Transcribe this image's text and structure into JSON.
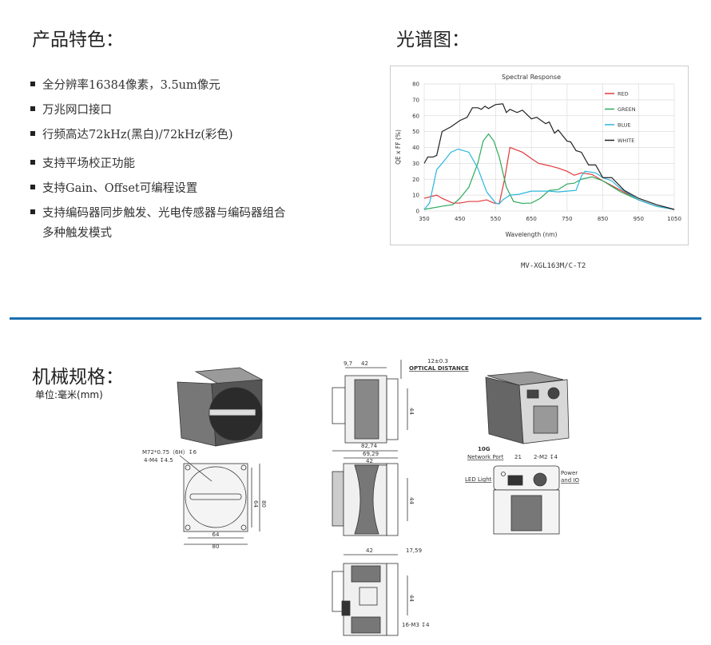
{
  "features": {
    "title": "产品特色：",
    "items": [
      "全分辨率16384像素，3.5um像元",
      "万兆网口接口",
      "行频高达72kHz(黑白)/72kHz(彩色)",
      "支持平场校正功能",
      "支持Gain、Offset可编程设置",
      "支持编码器同步触发、光电传感器与编码器组合",
      "多种触发模式"
    ]
  },
  "spectrum": {
    "title": "光谱图：",
    "model": "MV-XGL163M/C-T2"
  },
  "chart_data": {
    "type": "line",
    "title": "Spectral Response",
    "xlabel": "Wavelength (nm)",
    "ylabel": "QE x FF (%)",
    "xlim": [
      350,
      1050
    ],
    "ylim": [
      0,
      80
    ],
    "xticks": [
      350,
      450,
      550,
      650,
      750,
      850,
      950,
      1050
    ],
    "yticks": [
      0,
      10,
      20,
      30,
      40,
      50,
      60,
      70,
      80
    ],
    "grid": true,
    "legend": "top-right",
    "series": [
      {
        "name": "RED",
        "color": "#e0393b",
        "points": [
          [
            350,
            8
          ],
          [
            385,
            10
          ],
          [
            400,
            8
          ],
          [
            430,
            5
          ],
          [
            450,
            5
          ],
          [
            475,
            6
          ],
          [
            500,
            6
          ],
          [
            525,
            7
          ],
          [
            545,
            5
          ],
          [
            560,
            4.5
          ],
          [
            575,
            20
          ],
          [
            590,
            40
          ],
          [
            625,
            37
          ],
          [
            650,
            33
          ],
          [
            670,
            30
          ],
          [
            700,
            28.5
          ],
          [
            725,
            27
          ],
          [
            750,
            25
          ],
          [
            770,
            22.5
          ],
          [
            790,
            24
          ],
          [
            820,
            23
          ],
          [
            850,
            19
          ],
          [
            900,
            13
          ],
          [
            950,
            7
          ],
          [
            1000,
            3
          ],
          [
            1050,
            1
          ]
        ]
      },
      {
        "name": "GREEN",
        "color": "#2eaa5c",
        "points": [
          [
            350,
            1
          ],
          [
            400,
            3
          ],
          [
            430,
            4
          ],
          [
            450,
            8
          ],
          [
            475,
            15
          ],
          [
            500,
            30
          ],
          [
            515,
            44
          ],
          [
            530,
            48.5
          ],
          [
            545,
            44
          ],
          [
            560,
            34
          ],
          [
            580,
            15
          ],
          [
            600,
            6
          ],
          [
            625,
            4.8
          ],
          [
            650,
            5
          ],
          [
            675,
            8
          ],
          [
            700,
            13
          ],
          [
            725,
            13.5
          ],
          [
            750,
            17
          ],
          [
            770,
            17.5
          ],
          [
            790,
            20
          ],
          [
            820,
            21.5
          ],
          [
            850,
            19
          ],
          [
            900,
            12
          ],
          [
            950,
            7
          ],
          [
            1000,
            3
          ],
          [
            1050,
            1
          ]
        ]
      },
      {
        "name": "BLUE",
        "color": "#2bb6dc",
        "points": [
          [
            350,
            1
          ],
          [
            365,
            5
          ],
          [
            385,
            26
          ],
          [
            400,
            30
          ],
          [
            425,
            37
          ],
          [
            445,
            39
          ],
          [
            475,
            37
          ],
          [
            500,
            27
          ],
          [
            525,
            12
          ],
          [
            550,
            5
          ],
          [
            560,
            4.5
          ],
          [
            570,
            7
          ],
          [
            590,
            10
          ],
          [
            615,
            10.5
          ],
          [
            650,
            12.5
          ],
          [
            700,
            12.5
          ],
          [
            725,
            12
          ],
          [
            750,
            12.5
          ],
          [
            775,
            13
          ],
          [
            790,
            22
          ],
          [
            800,
            25
          ],
          [
            830,
            24
          ],
          [
            850,
            21
          ],
          [
            875,
            19
          ],
          [
            900,
            14
          ],
          [
            950,
            7
          ],
          [
            1000,
            3
          ],
          [
            1050,
            1
          ]
        ]
      },
      {
        "name": "WHITE",
        "color": "#222222",
        "points": [
          [
            350,
            30
          ],
          [
            360,
            34
          ],
          [
            375,
            34
          ],
          [
            385,
            35
          ],
          [
            400,
            50
          ],
          [
            425,
            53
          ],
          [
            450,
            57
          ],
          [
            470,
            59
          ],
          [
            485,
            65
          ],
          [
            500,
            65
          ],
          [
            510,
            64
          ],
          [
            520,
            66
          ],
          [
            530,
            64.5
          ],
          [
            550,
            67
          ],
          [
            570,
            67.5
          ],
          [
            580,
            62
          ],
          [
            590,
            64
          ],
          [
            610,
            62
          ],
          [
            625,
            63.5
          ],
          [
            650,
            58
          ],
          [
            665,
            59
          ],
          [
            690,
            55
          ],
          [
            700,
            56
          ],
          [
            715,
            49
          ],
          [
            725,
            51
          ],
          [
            750,
            44
          ],
          [
            760,
            43.5
          ],
          [
            775,
            38
          ],
          [
            790,
            37
          ],
          [
            810,
            29
          ],
          [
            830,
            29
          ],
          [
            850,
            21
          ],
          [
            875,
            21
          ],
          [
            910,
            13
          ],
          [
            950,
            8
          ],
          [
            975,
            6
          ],
          [
            1000,
            4
          ],
          [
            1050,
            1
          ]
        ]
      }
    ]
  },
  "mechanical": {
    "title": "机械规格：",
    "unit": "单位:毫米(mm)",
    "front": {
      "thread": "M72*0.75（6H）↧6",
      "holes": "4-M4 ↧4.5",
      "w_inner": "64",
      "w_outer": "80",
      "h_inner": "64",
      "h_outer": "80"
    },
    "side1": {
      "d1": "9,7",
      "d2": "42",
      "optical": "12±0.3",
      "optical_label": "OPTICAL DISTANCE",
      "h": "44"
    },
    "side2": {
      "d1": "82,74",
      "d2": "69,29",
      "d3": "42",
      "h": "44"
    },
    "side3": {
      "d1": "42",
      "d2": "17,59",
      "h": "44",
      "holes": "16-M3 ↧4"
    },
    "back": {
      "net1": "10G",
      "net2": "Network Port",
      "d": "21",
      "holes": "2-M2 ↧4",
      "led": "LED Light",
      "pw1": "Power",
      "pw2": "and IO"
    }
  },
  "colors": {
    "divider": "#1a6fb0"
  }
}
